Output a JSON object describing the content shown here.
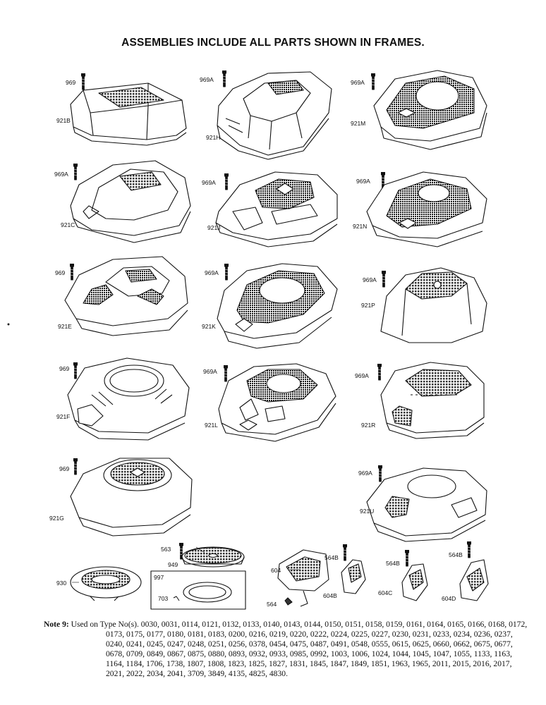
{
  "title": "ASSEMBLIES INCLUDE ALL PARTS SHOWN IN FRAMES.",
  "labels": {
    "l_969_1": "969",
    "l_921B": "921B",
    "l_969A_1": "969A",
    "l_921H": "921H",
    "l_969A_2": "969A",
    "l_921M": "921M",
    "l_969A_3": "969A",
    "l_921C": "921C",
    "l_969A_4": "969A",
    "l_921J": "921J",
    "l_969A_5": "969A",
    "l_921N": "921N",
    "l_969_2": "969",
    "l_921E": "921E",
    "l_969A_6": "969A",
    "l_921K": "921K",
    "l_969A_7": "969A",
    "l_921P": "921P",
    "l_969_3": "969",
    "l_921F": "921F",
    "l_969A_8": "969A",
    "l_921L": "921L",
    "l_969A_9": "969A",
    "l_921R": "921R",
    "l_969_4": "969",
    "l_921G": "921G",
    "l_969A_10": "969A",
    "l_921U": "921U",
    "l_563": "563",
    "l_949": "949",
    "l_930": "930",
    "l_997": "997",
    "l_703": "703",
    "l_604": "604",
    "l_564": "564",
    "l_564B_1": "564B",
    "l_604B": "604B",
    "l_564B_2": "564B",
    "l_604C": "604C",
    "l_564B_3": "564B",
    "l_604D": "604D"
  },
  "note": {
    "heading": "Note 9:",
    "lead": "Used on Type No(s).",
    "types": "0030, 0031, 0114, 0121, 0132, 0133, 0140, 0143, 0144, 0150, 0151, 0158, 0159, 0161, 0164, 0165, 0166, 0168, 0172, 0173, 0175, 0177, 0180, 0181, 0183, 0200, 0216, 0219, 0220, 0222, 0224, 0225, 0227, 0230, 0231, 0233, 0234, 0236, 0237, 0240, 0241, 0245, 0247, 0248, 0251, 0256, 0378, 0454, 0475, 0487, 0491, 0548, 0555, 0615, 0625, 0660, 0662, 0675, 0677, 0678, 0709, 0849, 0867, 0875, 0880, 0893, 0932, 0933, 0985, 0992, 1003, 1006, 1024, 1044, 1045, 1047, 1055, 1133, 1163, 1164, 1184, 1706, 1738, 1807, 1808, 1823, 1825, 1827, 1831, 1845, 1847, 1849, 1851, 1963, 1965, 2011, 2015, 2016, 2017, 2021, 2022, 2034, 2041, 3709, 3849, 4135, 4825, 4830."
  }
}
